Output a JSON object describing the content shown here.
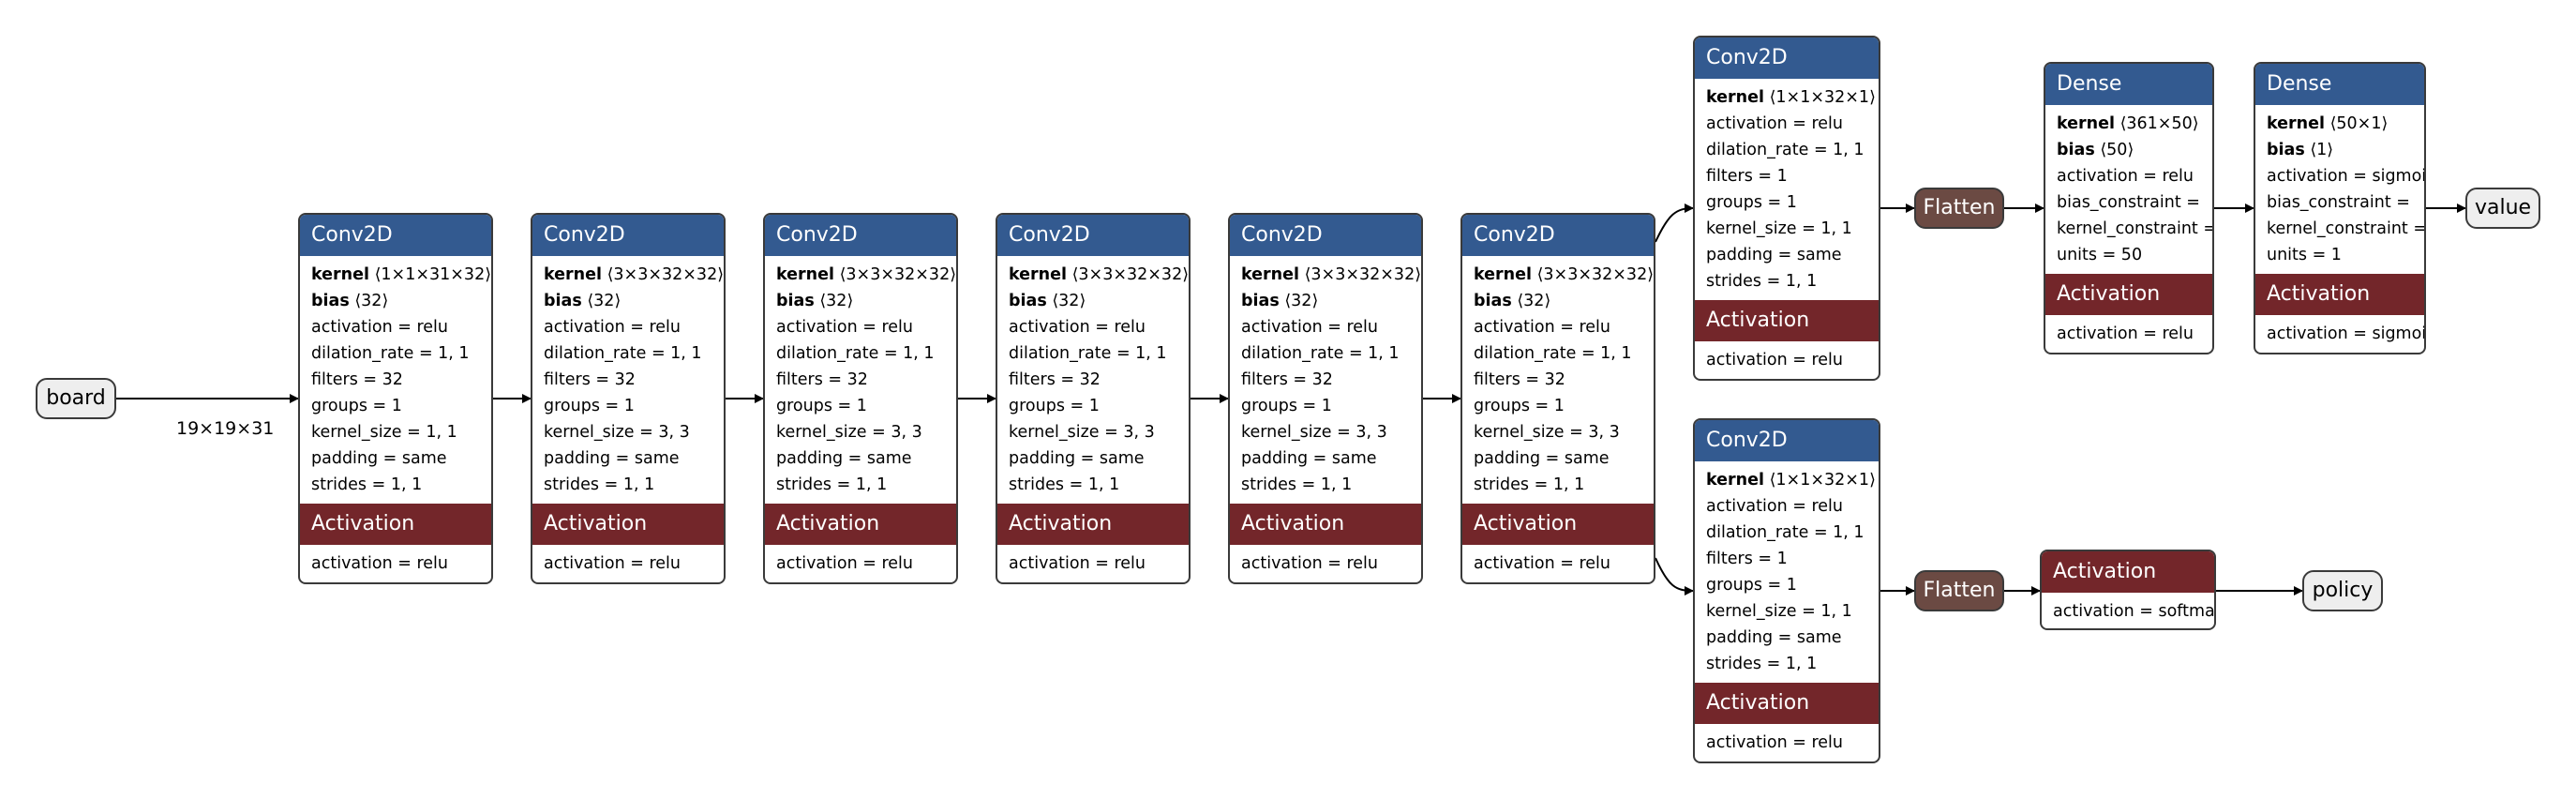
{
  "input": {
    "label": "board",
    "shape": "19×19×31"
  },
  "conv_chain": [
    {
      "title": "Conv2D",
      "kernel": "⟨1×1×31×32⟩",
      "bias": "⟨32⟩",
      "attrs": [
        "activation = relu",
        "dilation_rate = 1, 1",
        "filters = 32",
        "groups = 1",
        "kernel_size = 1, 1",
        "padding = same",
        "strides = 1, 1"
      ],
      "act_title": "Activation",
      "act_attr": "activation = relu"
    },
    {
      "title": "Conv2D",
      "kernel": "⟨3×3×32×32⟩",
      "bias": "⟨32⟩",
      "attrs": [
        "activation = relu",
        "dilation_rate = 1, 1",
        "filters = 32",
        "groups = 1",
        "kernel_size = 3, 3",
        "padding = same",
        "strides = 1, 1"
      ],
      "act_title": "Activation",
      "act_attr": "activation = relu"
    },
    {
      "title": "Conv2D",
      "kernel": "⟨3×3×32×32⟩",
      "bias": "⟨32⟩",
      "attrs": [
        "activation = relu",
        "dilation_rate = 1, 1",
        "filters = 32",
        "groups = 1",
        "kernel_size = 3, 3",
        "padding = same",
        "strides = 1, 1"
      ],
      "act_title": "Activation",
      "act_attr": "activation = relu"
    },
    {
      "title": "Conv2D",
      "kernel": "⟨3×3×32×32⟩",
      "bias": "⟨32⟩",
      "attrs": [
        "activation = relu",
        "dilation_rate = 1, 1",
        "filters = 32",
        "groups = 1",
        "kernel_size = 3, 3",
        "padding = same",
        "strides = 1, 1"
      ],
      "act_title": "Activation",
      "act_attr": "activation = relu"
    },
    {
      "title": "Conv2D",
      "kernel": "⟨3×3×32×32⟩",
      "bias": "⟨32⟩",
      "attrs": [
        "activation = relu",
        "dilation_rate = 1, 1",
        "filters = 32",
        "groups = 1",
        "kernel_size = 3, 3",
        "padding = same",
        "strides = 1, 1"
      ],
      "act_title": "Activation",
      "act_attr": "activation = relu"
    },
    {
      "title": "Conv2D",
      "kernel": "⟨3×3×32×32⟩",
      "bias": "⟨32⟩",
      "attrs": [
        "activation = relu",
        "dilation_rate = 1, 1",
        "filters = 32",
        "groups = 1",
        "kernel_size = 3, 3",
        "padding = same",
        "strides = 1, 1"
      ],
      "act_title": "Activation",
      "act_attr": "activation = relu"
    }
  ],
  "value_head": {
    "conv": {
      "title": "Conv2D",
      "kernel": "⟨1×1×32×1⟩",
      "attrs": [
        "activation = relu",
        "dilation_rate = 1, 1",
        "filters = 1",
        "groups = 1",
        "kernel_size = 1, 1",
        "padding = same",
        "strides = 1, 1"
      ],
      "act_title": "Activation",
      "act_attr": "activation = relu"
    },
    "flatten": "Flatten",
    "dense1": {
      "title": "Dense",
      "kernel": "⟨361×50⟩",
      "bias": "⟨50⟩",
      "attrs": [
        "activation = relu",
        "bias_constraint =",
        "kernel_constraint =",
        "units = 50"
      ],
      "act_title": "Activation",
      "act_attr": "activation = relu"
    },
    "dense2": {
      "title": "Dense",
      "kernel": "⟨50×1⟩",
      "bias": "⟨1⟩",
      "attrs": [
        "activation = sigmoid",
        "bias_constraint =",
        "kernel_constraint =",
        "units = 1"
      ],
      "act_title": "Activation",
      "act_attr": "activation = sigmoid"
    },
    "output": "value"
  },
  "policy_head": {
    "conv": {
      "title": "Conv2D",
      "kernel": "⟨1×1×32×1⟩",
      "attrs": [
        "activation = relu",
        "dilation_rate = 1, 1",
        "filters = 1",
        "groups = 1",
        "kernel_size = 1, 1",
        "padding = same",
        "strides = 1, 1"
      ],
      "act_title": "Activation",
      "act_attr": "activation = relu"
    },
    "flatten": "Flatten",
    "activation": {
      "title": "Activation",
      "attr": "activation = softmax"
    },
    "output": "policy"
  },
  "labels": {
    "kernel": "kernel",
    "bias": "bias"
  },
  "colors": {
    "conv_header": "#335a90",
    "activation_header": "#73262a",
    "flatten": "#6b4a43",
    "io": "#eeeeee",
    "edge": "#000000"
  }
}
